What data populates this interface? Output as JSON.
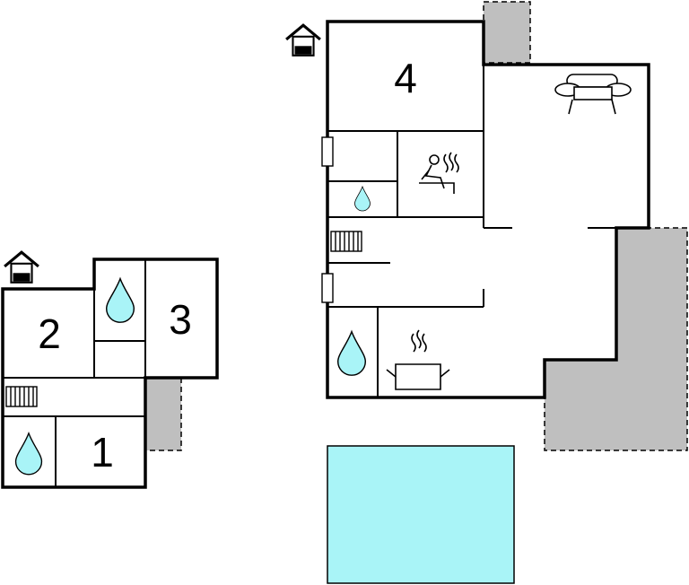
{
  "plan": {
    "rooms": [
      {
        "id": "room-1",
        "label": "1"
      },
      {
        "id": "room-2",
        "label": "2"
      },
      {
        "id": "room-3",
        "label": "3"
      },
      {
        "id": "room-4",
        "label": "4"
      }
    ],
    "colors": {
      "wall": "#000000",
      "terrace": "#bfbfbf",
      "water": "#a9f4f7",
      "background": "#ffffff"
    },
    "icons": [
      "entrance-icon",
      "bathroom-drop-icon",
      "stairs-icon",
      "sauna-icon",
      "sofa-icon",
      "kitchen-pot-icon",
      "window-icon",
      "swimming-pool"
    ]
  }
}
